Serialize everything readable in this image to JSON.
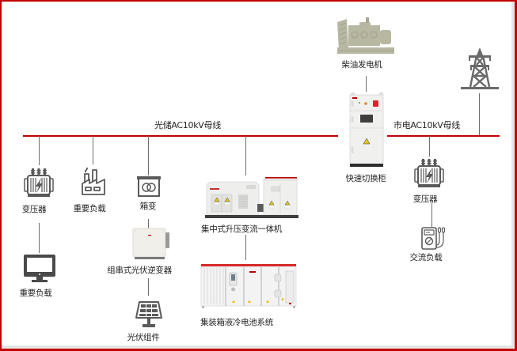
{
  "diagram": {
    "title": "光储柴微电网系统拓扑",
    "colors": {
      "accent": "#c00000",
      "icon": "#5a5a5a",
      "wire": "#6e6e6e"
    },
    "buses": {
      "pv_storage": {
        "label": "光储AC10kV母线"
      },
      "grid": {
        "label": "市电AC10kV母线"
      }
    },
    "nodes": {
      "transformer_left": {
        "label": "变压器",
        "icon": "transformer-icon"
      },
      "important_load_factory": {
        "label": "重要负载",
        "icon": "factory-icon"
      },
      "box_transformer": {
        "label": "箱变",
        "icon": "box-transformer-icon"
      },
      "pcs_integrated": {
        "label": "集中式升压变流一体机",
        "icon": "pcs-cabinet-image"
      },
      "important_load_monitor": {
        "label": "重要负载",
        "icon": "monitor-icon"
      },
      "string_inverter": {
        "label": "组串式光伏逆变器",
        "icon": "inverter-image"
      },
      "battery_system": {
        "label": "集装箱液冷电池系统",
        "icon": "container-image"
      },
      "pv_module": {
        "label": "光伏组件",
        "icon": "solar-panel-icon"
      },
      "diesel_generator": {
        "label": "柴油发电机",
        "icon": "generator-image"
      },
      "fast_switch": {
        "label": "快速切换柜",
        "icon": "switch-cabinet-image"
      },
      "grid_tower": {
        "label": "",
        "icon": "power-tower-icon"
      },
      "transformer_right": {
        "label": "变压器",
        "icon": "transformer-icon"
      },
      "ac_load": {
        "label": "交流负载",
        "icon": "multimeter-icon"
      }
    }
  }
}
